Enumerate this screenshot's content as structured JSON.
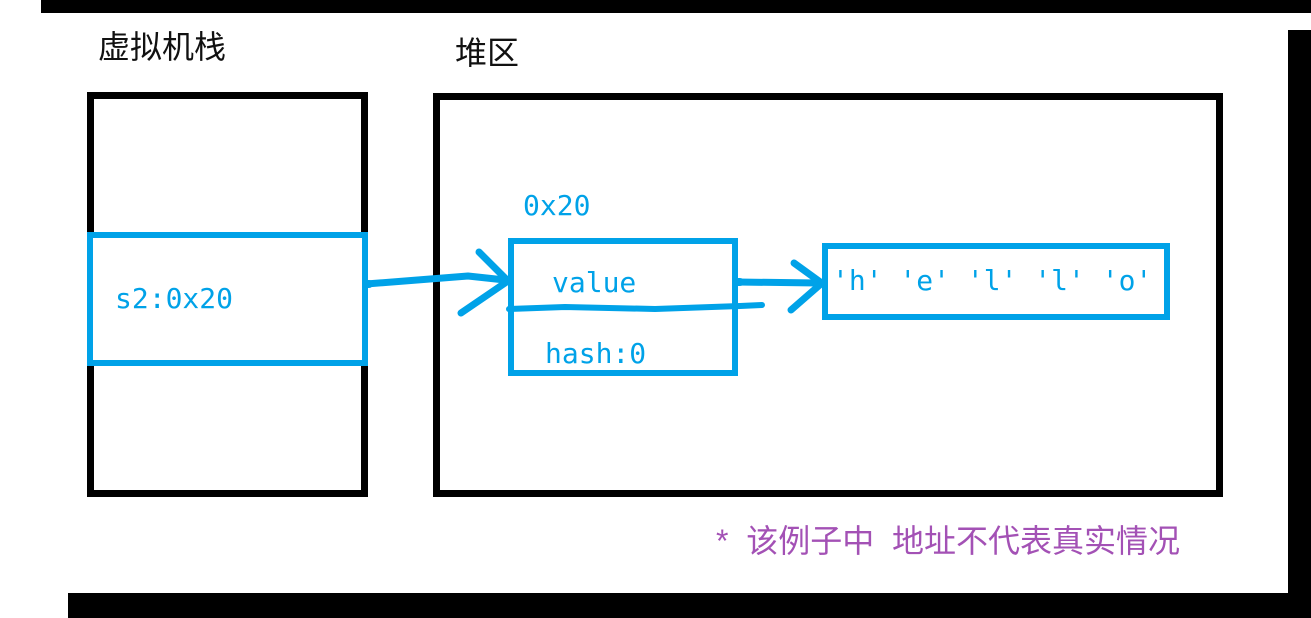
{
  "colors": {
    "accent_blue": "#00A2E8",
    "note_purple": "#A351B5",
    "ink": "#000000"
  },
  "stack": {
    "title": "虚拟机栈",
    "frame": {
      "var_label": "s2:0x20"
    }
  },
  "heap": {
    "title": "堆区",
    "object": {
      "address_label": "0x20",
      "fields": [
        {
          "label": "value"
        },
        {
          "label": "hash:0"
        }
      ]
    },
    "char_array": {
      "content": "'h' 'e' 'l' 'l' 'o'"
    }
  },
  "note": {
    "text": "*  该例子中  地址不代表真实情况"
  }
}
